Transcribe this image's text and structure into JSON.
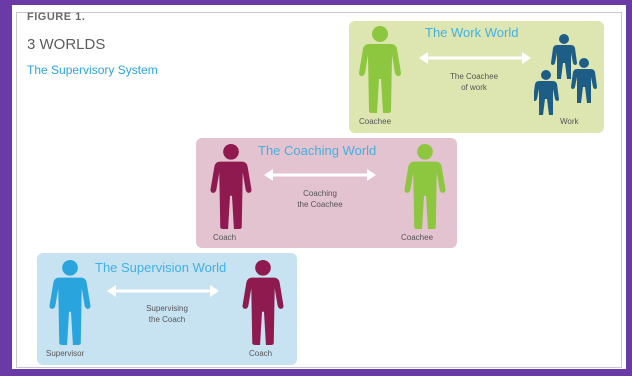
{
  "figure": {
    "label": "FIGURE 1.",
    "title": "3 WORLDS",
    "subtitle": "The Supervisory System"
  },
  "colors": {
    "frame": "#6a3aa7",
    "coachee_green": "#8dc63f",
    "coach_maroon": "#8e1a4f",
    "supervisor_blue": "#2aa4dd",
    "work_navy": "#1e5e86",
    "title_blue": "#42b0e3"
  },
  "worlds": [
    {
      "id": "work",
      "title": "The Work World",
      "caption_lines": [
        "The Coachee",
        "of work"
      ],
      "left_label": "Coachee",
      "right_label": "Work",
      "left_figure": "person-green-icon",
      "right_figure": "group-of-people-navy-icon"
    },
    {
      "id": "coaching",
      "title": "The Coaching World",
      "caption_lines": [
        "Coaching",
        "the Coachee"
      ],
      "left_label": "Coach",
      "right_label": "Coachee",
      "left_figure": "person-maroon-icon",
      "right_figure": "person-green-icon"
    },
    {
      "id": "supervision",
      "title": "The Supervision World",
      "caption_lines": [
        "Supervising",
        "the Coach"
      ],
      "left_label": "Supervisor",
      "right_label": "Coach",
      "left_figure": "person-blue-icon",
      "right_figure": "person-maroon-icon"
    }
  ]
}
